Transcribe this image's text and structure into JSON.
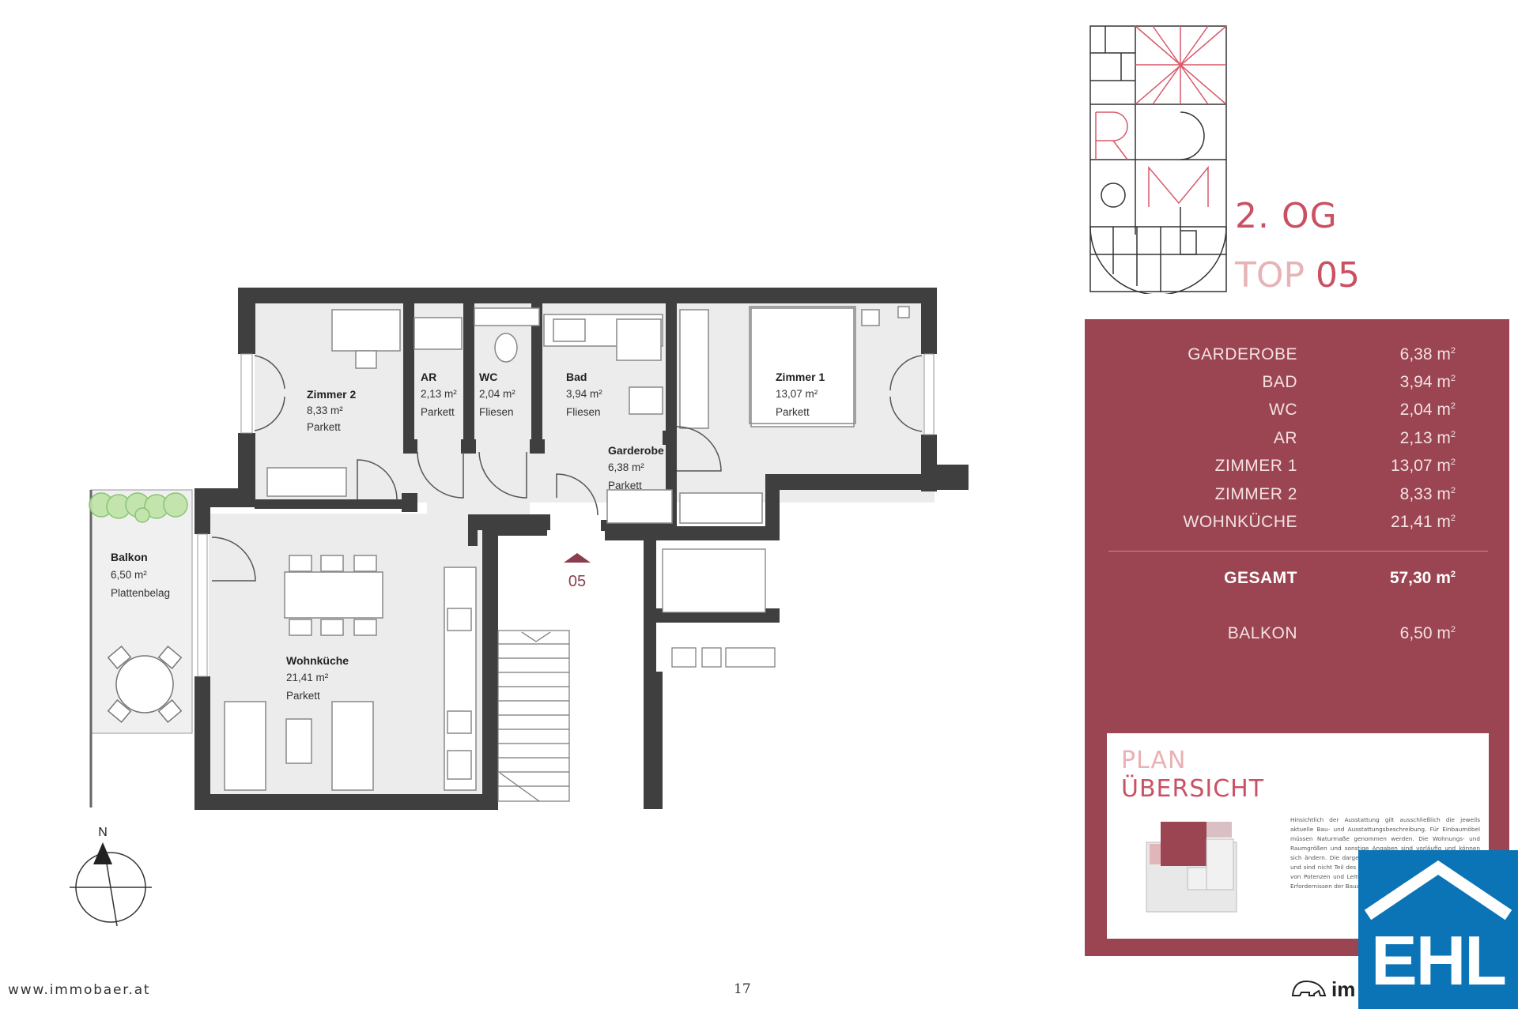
{
  "floor": "2. OG",
  "unit": {
    "prefix": "TOP",
    "number": "05"
  },
  "unit_marker": "05",
  "rooms": [
    {
      "name": "Zimmer 2",
      "area": "8,33 m²",
      "floor": "Parkett"
    },
    {
      "name": "AR",
      "area": "2,13 m²",
      "floor": "Parkett"
    },
    {
      "name": "WC",
      "area": "2,04 m²",
      "floor": "Fliesen"
    },
    {
      "name": "Bad",
      "area": "3,94 m²",
      "floor": "Fliesen"
    },
    {
      "name": "Zimmer 1",
      "area": "13,07 m²",
      "floor": "Parkett"
    },
    {
      "name": "Garderobe",
      "area": "6,38 m²",
      "floor": "Parkett"
    },
    {
      "name": "Wohnküche",
      "area": "21,41 m²",
      "floor": "Parkett"
    },
    {
      "name": "Balkon",
      "area": "6,50 m²",
      "floor": "Plattenbelag"
    }
  ],
  "area_table": {
    "rows": [
      {
        "label": "GARDEROBE",
        "value": "6,38 m"
      },
      {
        "label": "BAD",
        "value": "3,94 m"
      },
      {
        "label": "WC",
        "value": "2,04 m"
      },
      {
        "label": "AR",
        "value": "2,13 m"
      },
      {
        "label": "ZIMMER 1",
        "value": "13,07 m"
      },
      {
        "label": "ZIMMER 2",
        "value": "8,33 m"
      },
      {
        "label": "WOHNKÜCHE",
        "value": "21,41 m"
      }
    ],
    "total": {
      "label": "GESAMT",
      "value": "57,30 m"
    },
    "extra": {
      "label": "BALKON",
      "value": "6,50 m"
    },
    "unit_sup": "2"
  },
  "overview": {
    "title_line1": "PLAN",
    "title_line2": "ÜBERSICHT",
    "disclaimer": "Hinsichtlich der Ausstattung gilt ausschließlich die jeweils aktuelle Bau- und Ausstattungsbeschreibung. Für Einbaumöbel müssen Naturmaße genommen werden. Die Wohnungs- und Raumgrößen und sonstige Angaben sind vorläufig und können sich ändern. Die dargestellten Möblierungen sind ein Vorschlag und sind nicht Teil des Kaufs. Darstellung schematisch. Die Lage von Potenzen und Leitungen richtet sich nach den technischen Erfordernissen der Bauausführung."
  },
  "compass": "N",
  "footer": {
    "website": "www.immobaer.at",
    "page": "17",
    "brand": "im"
  },
  "ehl_logo": "EHL",
  "colors": {
    "brand": "#9b4552",
    "accent": "#c95163",
    "wall": "#3f3f40",
    "ehl": "#0a74b6"
  }
}
